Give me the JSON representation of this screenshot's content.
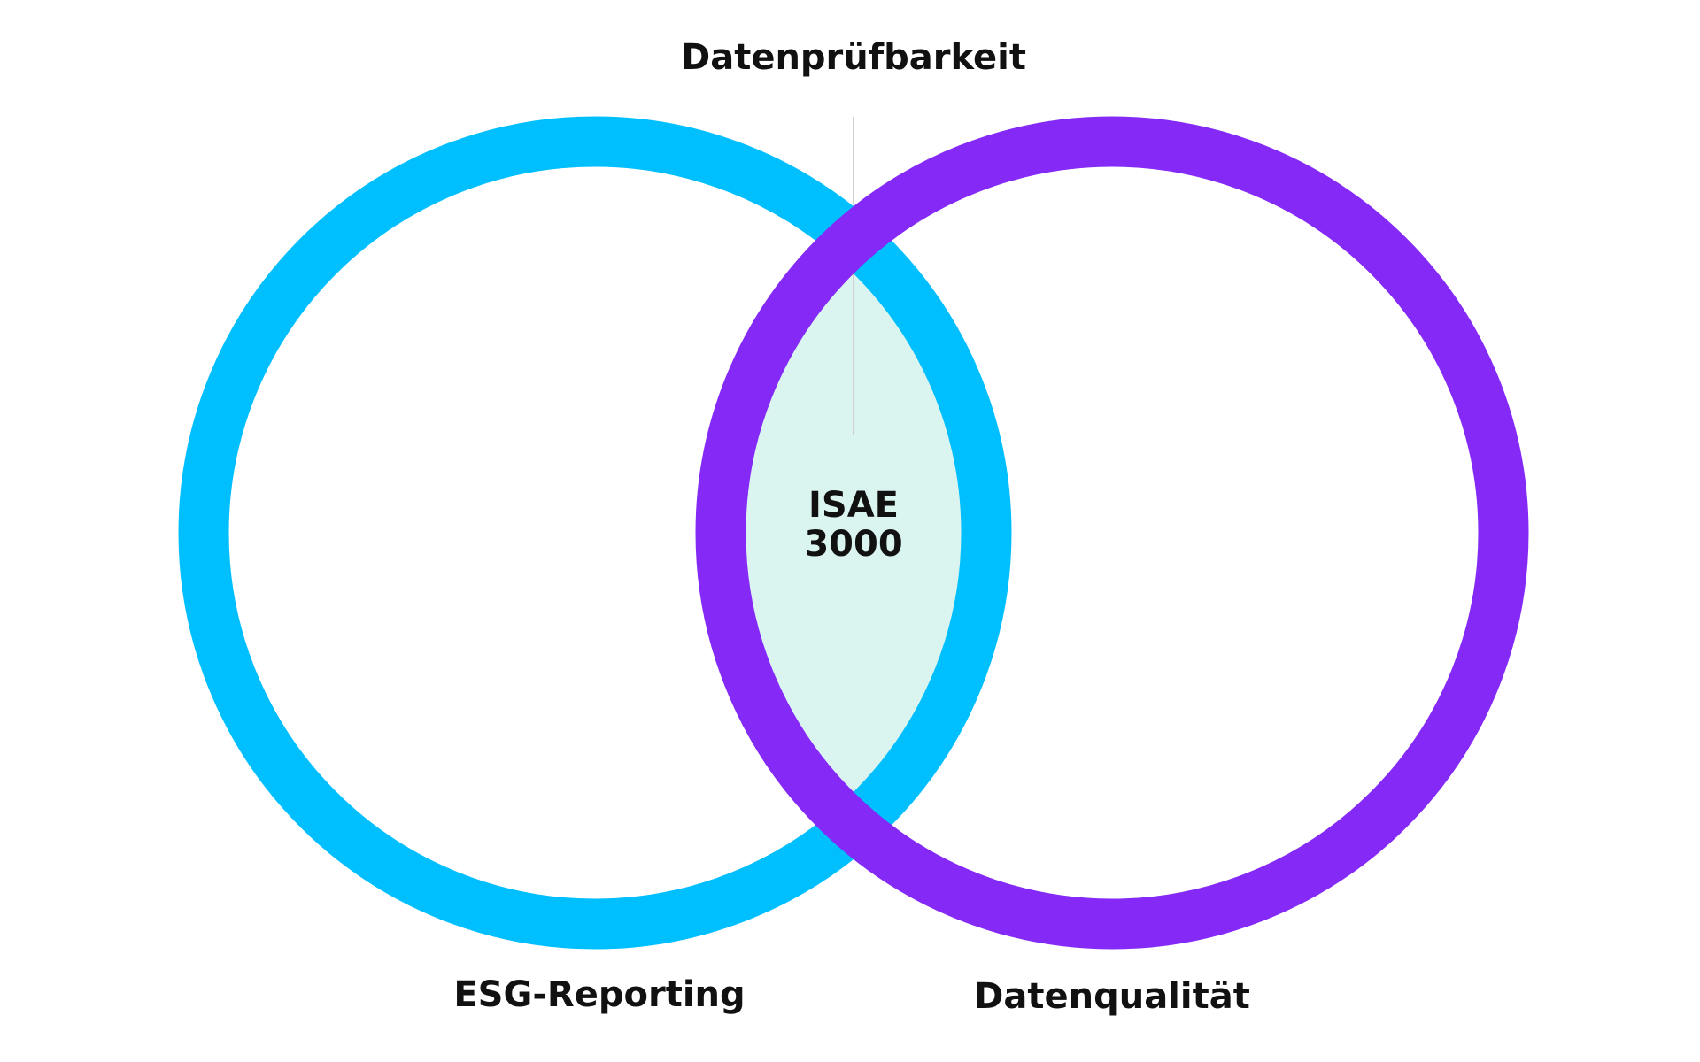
{
  "diagram": {
    "type": "venn",
    "top_label": "Datenprüfbarkeit",
    "left_set": {
      "label": "ESG-Reporting",
      "color": "#00BFFF"
    },
    "right_set": {
      "label": "Datenqualität",
      "color": "#8429F6"
    },
    "intersection": {
      "line1": "ISAE",
      "line2": "3000",
      "color": "#DAF4EF"
    },
    "connector_color": "#CFCFCF"
  }
}
